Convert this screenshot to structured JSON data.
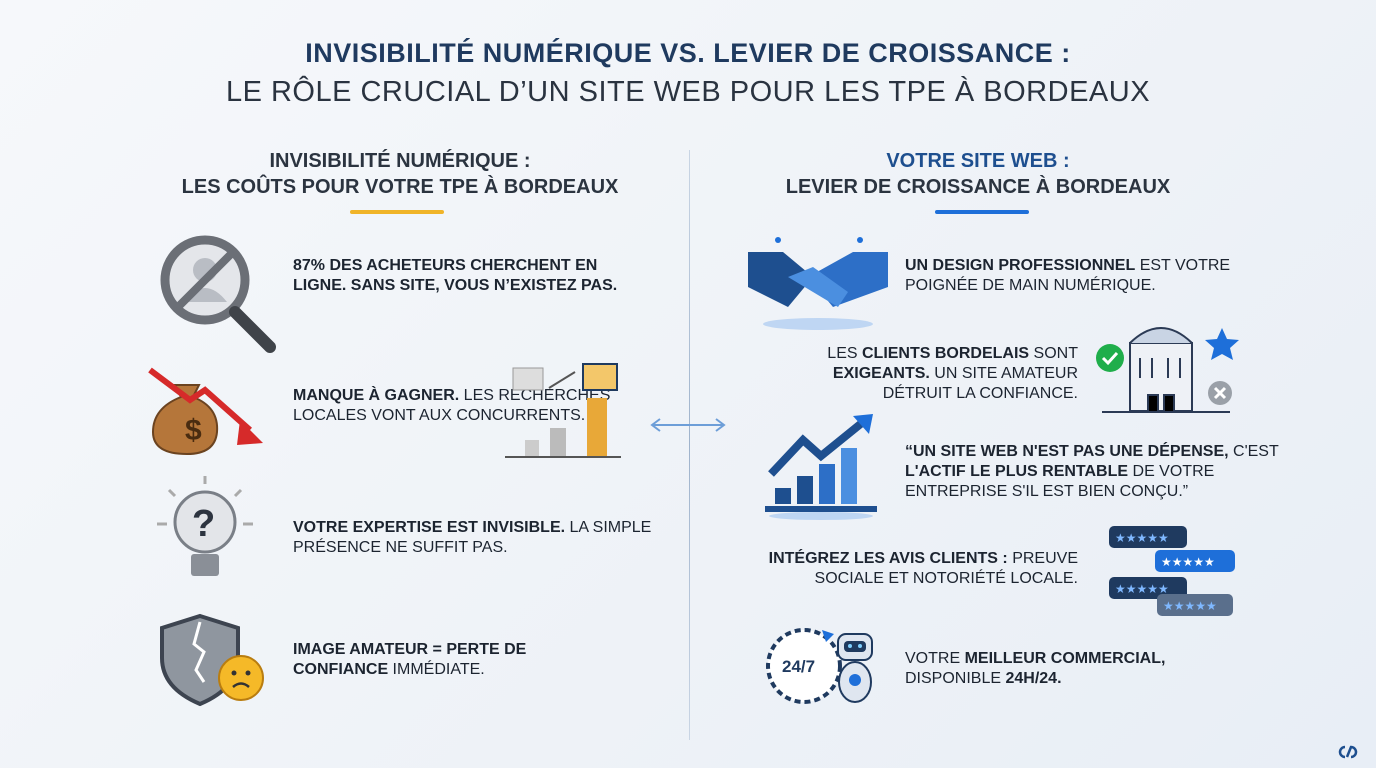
{
  "title": {
    "line1": "INVISIBILITÉ NUMÉRIQUE VS. LEVIER DE CROISSANCE :",
    "line2": "LE RÔLE CRUCIAL D’UN SITE WEB POUR LES TPE À BORDEAUX"
  },
  "colors": {
    "title": "#1f3a5f",
    "accent_left": "#f0b429",
    "accent_right": "#1e6fd9",
    "right_heading": "#1e4f8f"
  },
  "left": {
    "heading1": "INVISIBILITÉ NUMÉRIQUE :",
    "heading2": "LES COÛTS POUR VOTRE TPE À BORDEAUX",
    "items": [
      {
        "icon": "no-user-search-icon",
        "parts": [
          {
            "b": true,
            "t": "87% des acheteurs cherchent en ligne. Sans site, vous n’existez pas."
          }
        ]
      },
      {
        "icon": "money-bag-decline-icon",
        "parts": [
          {
            "b": true,
            "t": "Manque à gagner."
          },
          {
            "b": false,
            "t": " Les recherches locales vont aux concurrents."
          }
        ]
      },
      {
        "icon": "lightbulb-question-icon",
        "parts": [
          {
            "b": true,
            "t": "Votre expertise est invisible."
          },
          {
            "b": false,
            "t": " La simple présence ne suffit pas."
          }
        ]
      },
      {
        "icon": "broken-shield-sad-icon",
        "parts": [
          {
            "b": true,
            "t": "Image amateur = perte de confiance"
          },
          {
            "b": false,
            "t": " immédiate."
          }
        ]
      }
    ]
  },
  "right": {
    "heading1": "VOTRE SITE WEB :",
    "heading2": "LEVIER DE CROISSANCE À BORDEAUX",
    "items": [
      {
        "icon": "handshake-icon",
        "parts": [
          {
            "b": true,
            "t": "Un design professionnel"
          },
          {
            "b": false,
            "t": " est votre poignée de main numérique."
          }
        ]
      },
      {
        "icon": "bordeaux-building-icon",
        "parts": [
          {
            "b": false,
            "t": "Les "
          },
          {
            "b": true,
            "t": "clients bordelais"
          },
          {
            "b": false,
            "t": " sont "
          },
          {
            "b": true,
            "t": "exigeants."
          },
          {
            "b": false,
            "t": " Un site amateur détruit la confiance."
          }
        ]
      },
      {
        "icon": "growth-chart-icon",
        "parts": [
          {
            "b": true,
            "t": "“Un site web n'est pas une dépense,"
          },
          {
            "b": false,
            "t": " c'est "
          },
          {
            "b": true,
            "t": "l'actif le plus rentable"
          },
          {
            "b": false,
            "t": " de votre entreprise s'il est bien conçu.”"
          }
        ]
      },
      {
        "icon": "review-stars-icon",
        "parts": [
          {
            "b": true,
            "t": "Intégrez les avis clients :"
          },
          {
            "b": false,
            "t": " preuve sociale et notoriété locale."
          }
        ]
      },
      {
        "icon": "robot-clock-icon",
        "parts": [
          {
            "b": false,
            "t": "Votre "
          },
          {
            "b": true,
            "t": "meilleur commercial,"
          },
          {
            "b": false,
            "t": " disponible "
          },
          {
            "b": true,
            "t": "24h/24."
          }
        ]
      }
    ],
    "clock_label": "24/7"
  }
}
